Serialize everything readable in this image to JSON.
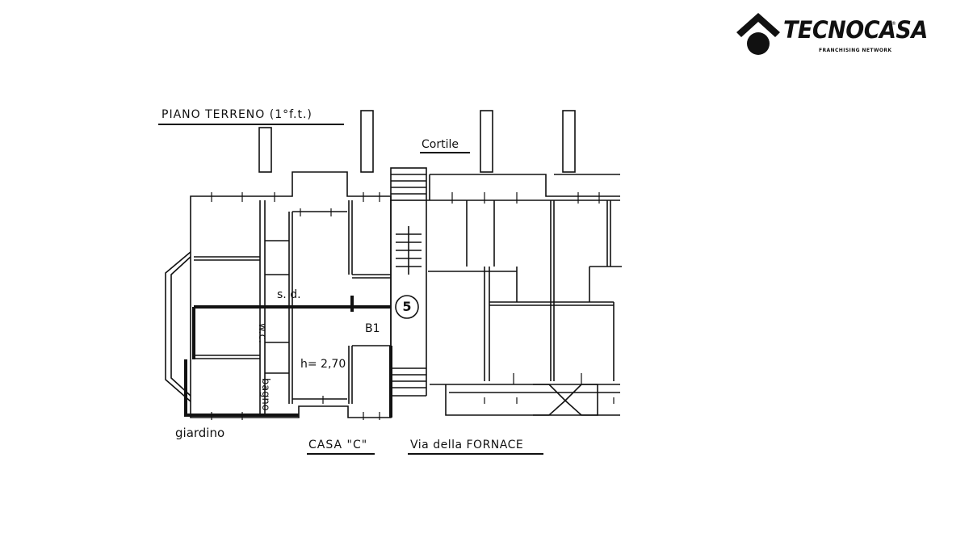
{
  "logo": {
    "brand": "TECNOCASA",
    "registered": "®",
    "tagline": "FRANCHISING NETWORK",
    "icon": "house-logo-icon"
  },
  "plan": {
    "title": "PIANO TERRENO (1°f.t.)",
    "courtyard": "Cortile",
    "rooms": {
      "storage": "s. d.",
      "unit_code": "B1",
      "height": "h= 2,70",
      "wc": "w.c.",
      "bathroom": "bagno"
    },
    "unit_number": "5",
    "garden": "giardino",
    "house": "CASA \"C\"",
    "street": "Via della FORNACE"
  }
}
